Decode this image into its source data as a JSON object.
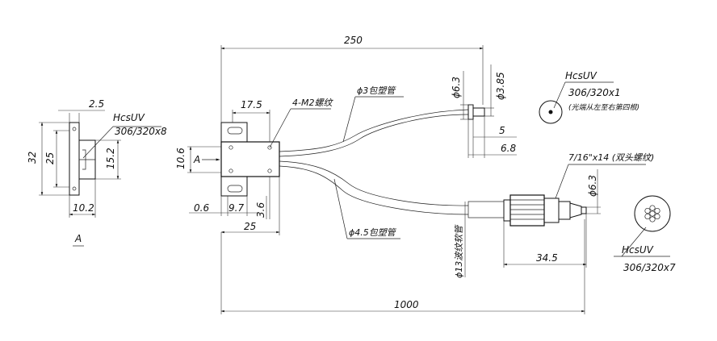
{
  "dimensions": {
    "left_view": {
      "d2_5": "2.5",
      "d32": "32",
      "d25": "25",
      "d15_2": "15.2",
      "d10_2": "10.2",
      "section_label": "A"
    },
    "center_view": {
      "d250": "250",
      "d17_5": "17.5",
      "thread_m2": "4-M2螺纹",
      "d10_6": "10.6",
      "ref_a": "A",
      "d0_6": "0.6",
      "d9_7": "9.7",
      "d3_6": "3.6",
      "d25": "25",
      "d1000": "1000"
    },
    "upper_branch": {
      "tube_phi3": "ϕ3包塑管",
      "d_phi6_3": "ϕ6.3",
      "d_phi3_85": "ϕ3.85",
      "d5": "5",
      "d6_8": "6.8"
    },
    "lower_branch": {
      "tube_phi4_5": "ϕ4.5包塑管",
      "hose_phi13": "ϕ13波纹软管",
      "thread_716": "7/16\"x14 (双头螺纹)",
      "d_phi6_3": "ϕ6.3",
      "d34_5": "34.5"
    }
  },
  "callouts": {
    "left": {
      "material": "HcsUV",
      "spec": "306/320x8"
    },
    "top_right": {
      "material": "HcsUV",
      "spec": "306/320x1",
      "note": "(光端从左至右第四根)"
    },
    "bottom_right": {
      "material": "HcsUV",
      "spec": "306/320x7"
    }
  }
}
